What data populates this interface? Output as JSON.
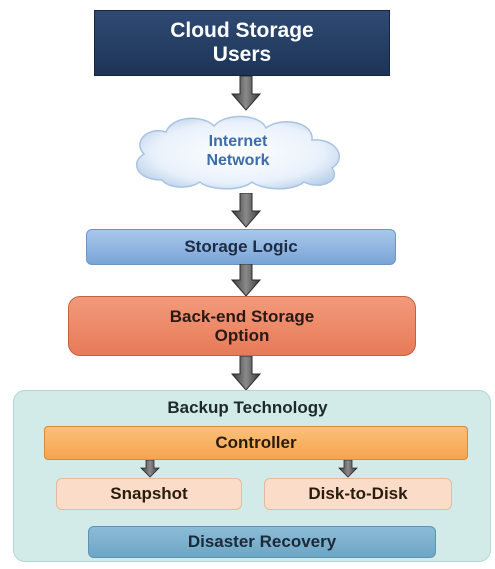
{
  "users": {
    "line1": "Cloud Storage",
    "line2": "Users"
  },
  "internet": {
    "line1": "Internet",
    "line2": "Network"
  },
  "storage_logic": {
    "label": "Storage Logic"
  },
  "backend_storage": {
    "line1": "Back-end Storage",
    "line2": "Option"
  },
  "backup_technology": {
    "title": "Backup Technology",
    "controller": "Controller",
    "snapshot": "Snapshot",
    "disk_to_disk": "Disk-to-Disk",
    "disaster_recovery": "Disaster Recovery"
  },
  "colors": {
    "users": "#1d3456",
    "cloud_text": "#3d6da8",
    "storage_logic": "#7aa4d6",
    "backend": "#e87a58",
    "panel": "#d3ebe8",
    "controller": "#f6a44f",
    "sub_option": "#fbdcc8",
    "recovery": "#6ea6c6",
    "arrow": "#555555"
  }
}
